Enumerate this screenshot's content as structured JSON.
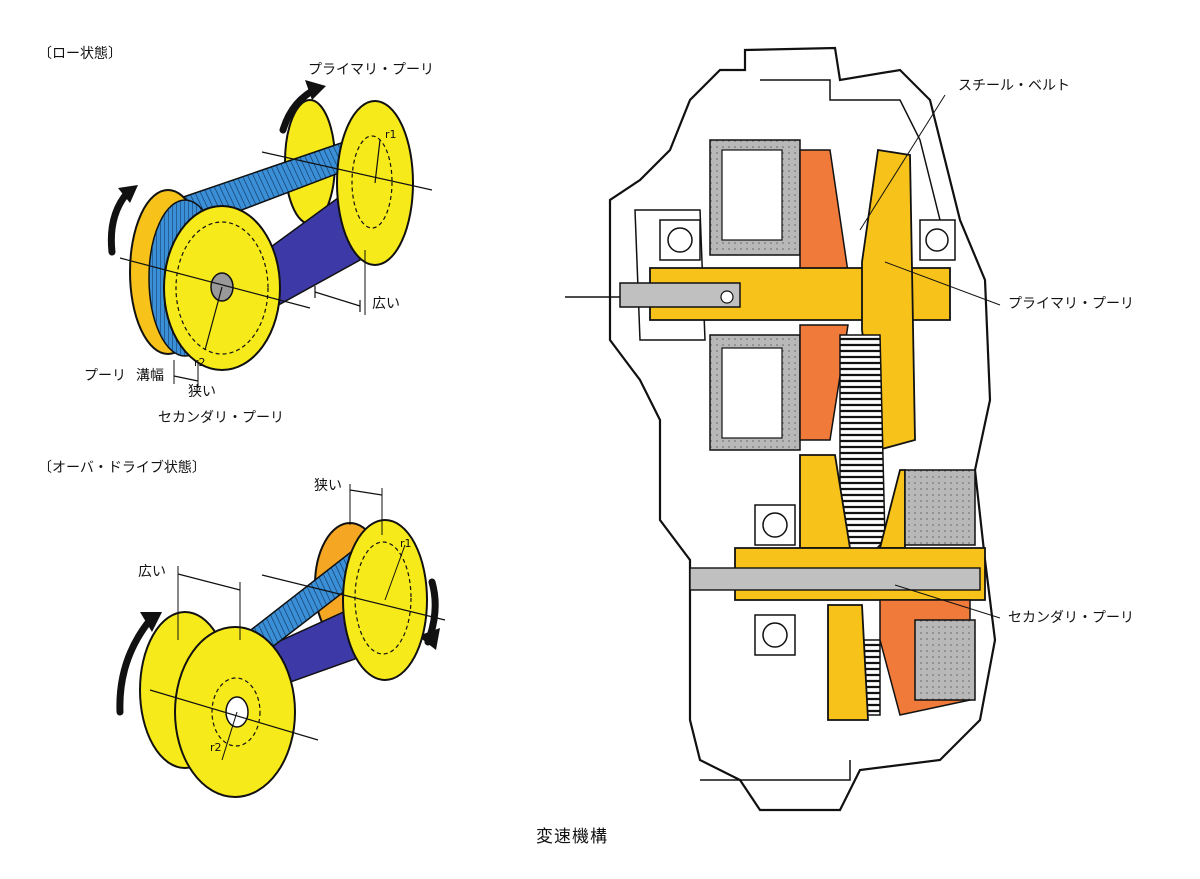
{
  "low_state": {
    "title": "〔ロー状態〕",
    "primary_pulley": "プライマリ・プーリ",
    "r1": "r1",
    "r2": "r2",
    "wide": "広い",
    "pulley": "プーリ",
    "groove_width": "溝幅",
    "narrow": "狭い",
    "secondary_pulley": "セカンダリ・プーリ"
  },
  "overdrive_state": {
    "title": "〔オーバ・ドライブ状態〕",
    "narrow": "狭い",
    "wide": "広い",
    "r1": "r1",
    "r2": "r2"
  },
  "cross_section": {
    "steel_belt": "スチール・ベルト",
    "primary_pulley": "プライマリ・プーリ",
    "secondary_pulley": "セカンダリ・プーリ"
  },
  "caption": "変速機構",
  "colors": {
    "pulley_yellow": "#f7ea1a",
    "pulley_orange": "#f5a623",
    "belt_blue": "#3a8fd6",
    "belt_dark": "#3d3aa8",
    "shaft_gold": "#f7c21a",
    "part_orange": "#f07a3a",
    "part_gray": "#b8b8b8",
    "outline": "#111111"
  }
}
